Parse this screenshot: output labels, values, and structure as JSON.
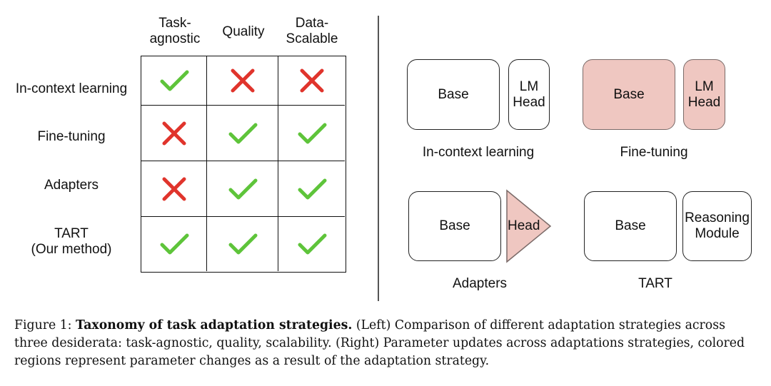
{
  "table": {
    "columns": [
      "Task-\nagnostic",
      "Quality",
      "Data-\nScalable"
    ],
    "rows": [
      {
        "label": "In-context learning",
        "marks": [
          "check",
          "cross",
          "cross"
        ]
      },
      {
        "label": "Fine-tuning",
        "marks": [
          "cross",
          "check",
          "check"
        ]
      },
      {
        "label": "Adapters",
        "marks": [
          "cross",
          "check",
          "check"
        ]
      },
      {
        "label": "TART\n(Our method)",
        "marks": [
          "check",
          "check",
          "check"
        ]
      }
    ]
  },
  "colors": {
    "check": "#5ec43a",
    "cross": "#e0342c",
    "tuned": "#efc7c1"
  },
  "diagrams": {
    "icl": {
      "base": "Base",
      "head": "LM\nHead",
      "label": "In-context learning"
    },
    "ft": {
      "base": "Base",
      "head": "LM\nHead",
      "label": "Fine-tuning"
    },
    "adapters": {
      "base": "Base",
      "head": "Head",
      "label": "Adapters"
    },
    "tart": {
      "base": "Base",
      "head": "Reasoning\nModule",
      "label": "TART"
    }
  },
  "caption": {
    "prefix": "Figure 1: ",
    "bold": "Taxonomy of task adaptation strategies.",
    "text": " (Left) Comparison of different adaptation strategies across three desiderata: task-agnostic, quality, scalability. (Right) Parameter updates across adaptations strategies, colored regions represent parameter changes as a result of the adaptation strategy."
  }
}
